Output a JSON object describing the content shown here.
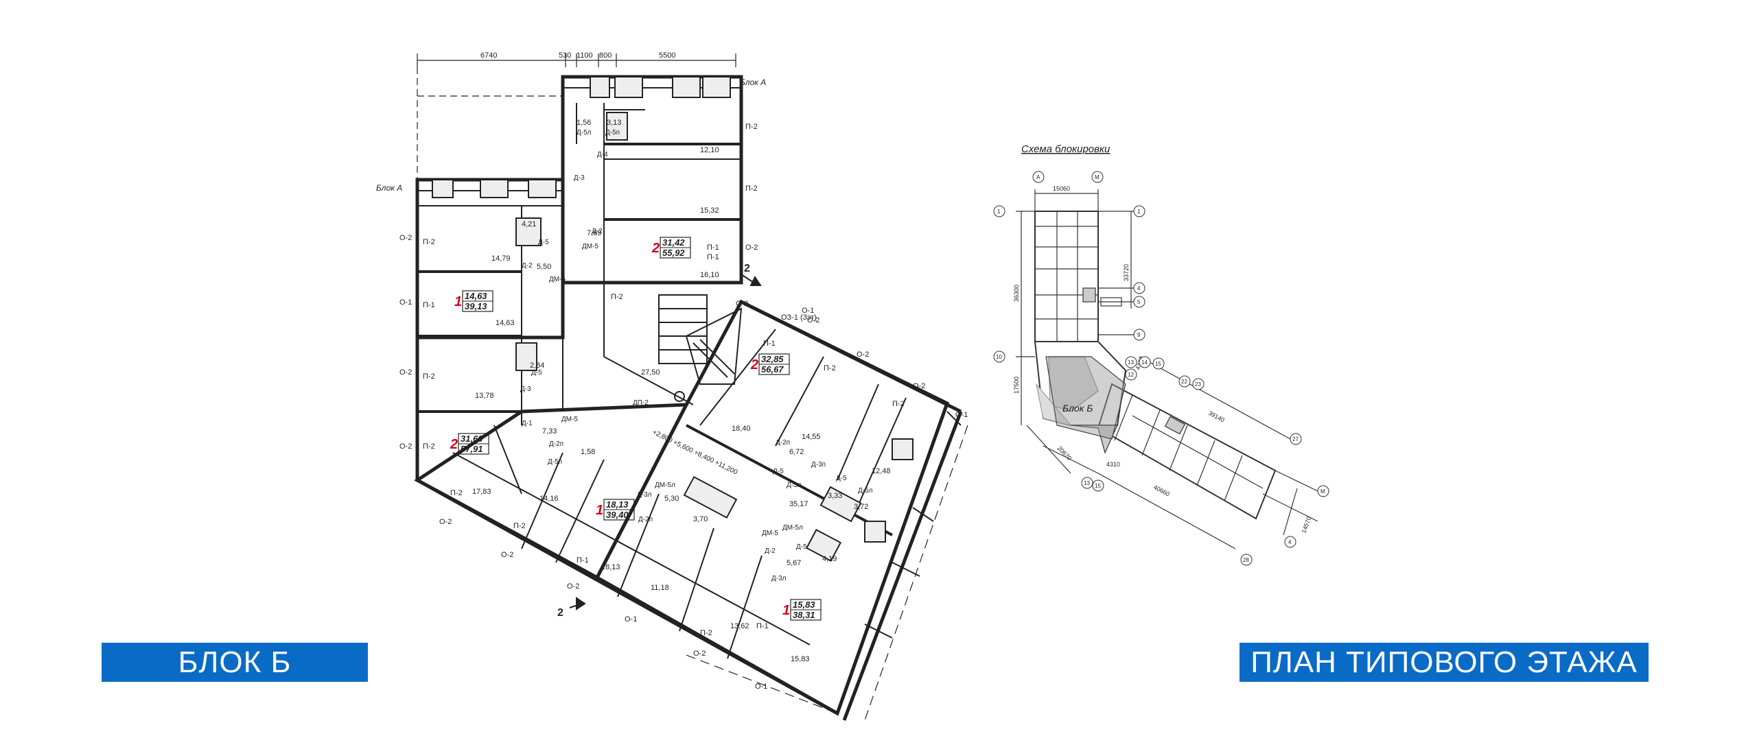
{
  "title_block": "БЛОК Б",
  "title_plan": "ПЛАН ТИПОВОГО ЭТАЖА",
  "accent_color": "#0a6bc7",
  "apt_number_color": "#d0021b",
  "top_dims": [
    "6740",
    "530",
    "1100",
    "800",
    "5500"
  ],
  "block_a_labels": [
    "Блок А",
    "Блок А"
  ],
  "section_marks": [
    "2",
    "2"
  ],
  "apartments": [
    {
      "rooms": "1",
      "living": "14,63",
      "total": "39,13"
    },
    {
      "rooms": "2",
      "living": "31,42",
      "total": "55,92"
    },
    {
      "rooms": "2",
      "living": "31,60",
      "total": "57,91"
    },
    {
      "rooms": "2",
      "living": "32,85",
      "total": "56,67"
    },
    {
      "rooms": "1",
      "living": "18,13",
      "total": "39,40"
    },
    {
      "rooms": "1",
      "living": "15,83",
      "total": "38,31"
    }
  ],
  "room_areas": [
    "1,56",
    "3,13",
    "12,10",
    "15,32",
    "4,21",
    "7,69",
    "16,10",
    "14,79",
    "5,50",
    "14,63",
    "27,50",
    "2,84",
    "13,78",
    "7,33",
    "1,58",
    "18,40",
    "14,55",
    "6,72",
    "12,48",
    "17,83",
    "14,16",
    "5,30",
    "3,70",
    "18,13",
    "11,18",
    "35,17",
    "3,33",
    "3,72",
    "5,67",
    "4,19",
    "13,62",
    "15,83"
  ],
  "partition_labels": [
    "П-2",
    "П-2",
    "П-1",
    "П-1",
    "О-2",
    "О-2",
    "О-2",
    "О-1",
    "О-2",
    "П-2",
    "П-1",
    "П-2",
    "П-2",
    "П-2",
    "П-2",
    "П-1",
    "П-2",
    "П-1",
    "П-2",
    "П-1",
    "П-2",
    "П-2",
    "О-2",
    "О-2",
    "О-2",
    "О-1",
    "О-2",
    "О-2",
    "О-2",
    "О-1",
    "О-2",
    "О-1"
  ],
  "door_labels": [
    "Д-5л",
    "Д-5п",
    "Д-4",
    "Д-3",
    "Д-2",
    "ДМ-5",
    "Д-5",
    "Д-2",
    "ДМ-5",
    "Д-5",
    "Д-3",
    "Д-1",
    "ДМ-5",
    "Д-2п",
    "Д-5п",
    "ДМ-5л",
    "Д-3л",
    "Д-2п",
    "ДП-2",
    "Д-2п",
    "Д-3п",
    "Д-5",
    "ДМ-5",
    "Д-3л",
    "Д-2",
    "Д-5",
    "ДМ-5л",
    "Д-5",
    "Д-3л",
    "Д-5л"
  ],
  "levels_note": "+2,800 +5,600 +8,400 +11,200",
  "misc_labels": [
    "ОЗ-1 (3эт)",
    "О-1",
    "О-2"
  ],
  "scheme": {
    "title": "Схема блокировки",
    "block_label": "Блок Б",
    "axis_labels": [
      "А",
      "М",
      "1",
      "1",
      "4",
      "5",
      "9",
      "10",
      "12",
      "13",
      "14",
      "15",
      "22",
      "23",
      "27",
      "28",
      "4",
      "М",
      "13",
      "15"
    ],
    "dims": [
      "15060",
      "36300",
      "33720",
      "17500",
      "4370",
      "39140",
      "20670",
      "4310",
      "40660",
      "14570"
    ]
  }
}
